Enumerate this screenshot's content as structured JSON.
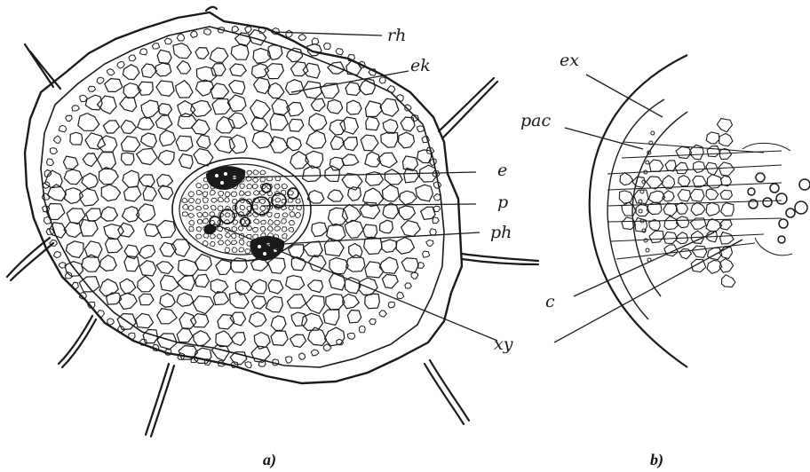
{
  "figure": {
    "panel_a": {
      "caption": "a)",
      "labels": [
        "rh",
        "ek",
        "e",
        "p",
        "ph",
        "xy"
      ]
    },
    "panel_b": {
      "caption": "b)",
      "labels": [
        "ex",
        "pac",
        "c"
      ]
    }
  },
  "colors": {
    "ink": "#1a1a1a",
    "paper": "#ffffff"
  }
}
